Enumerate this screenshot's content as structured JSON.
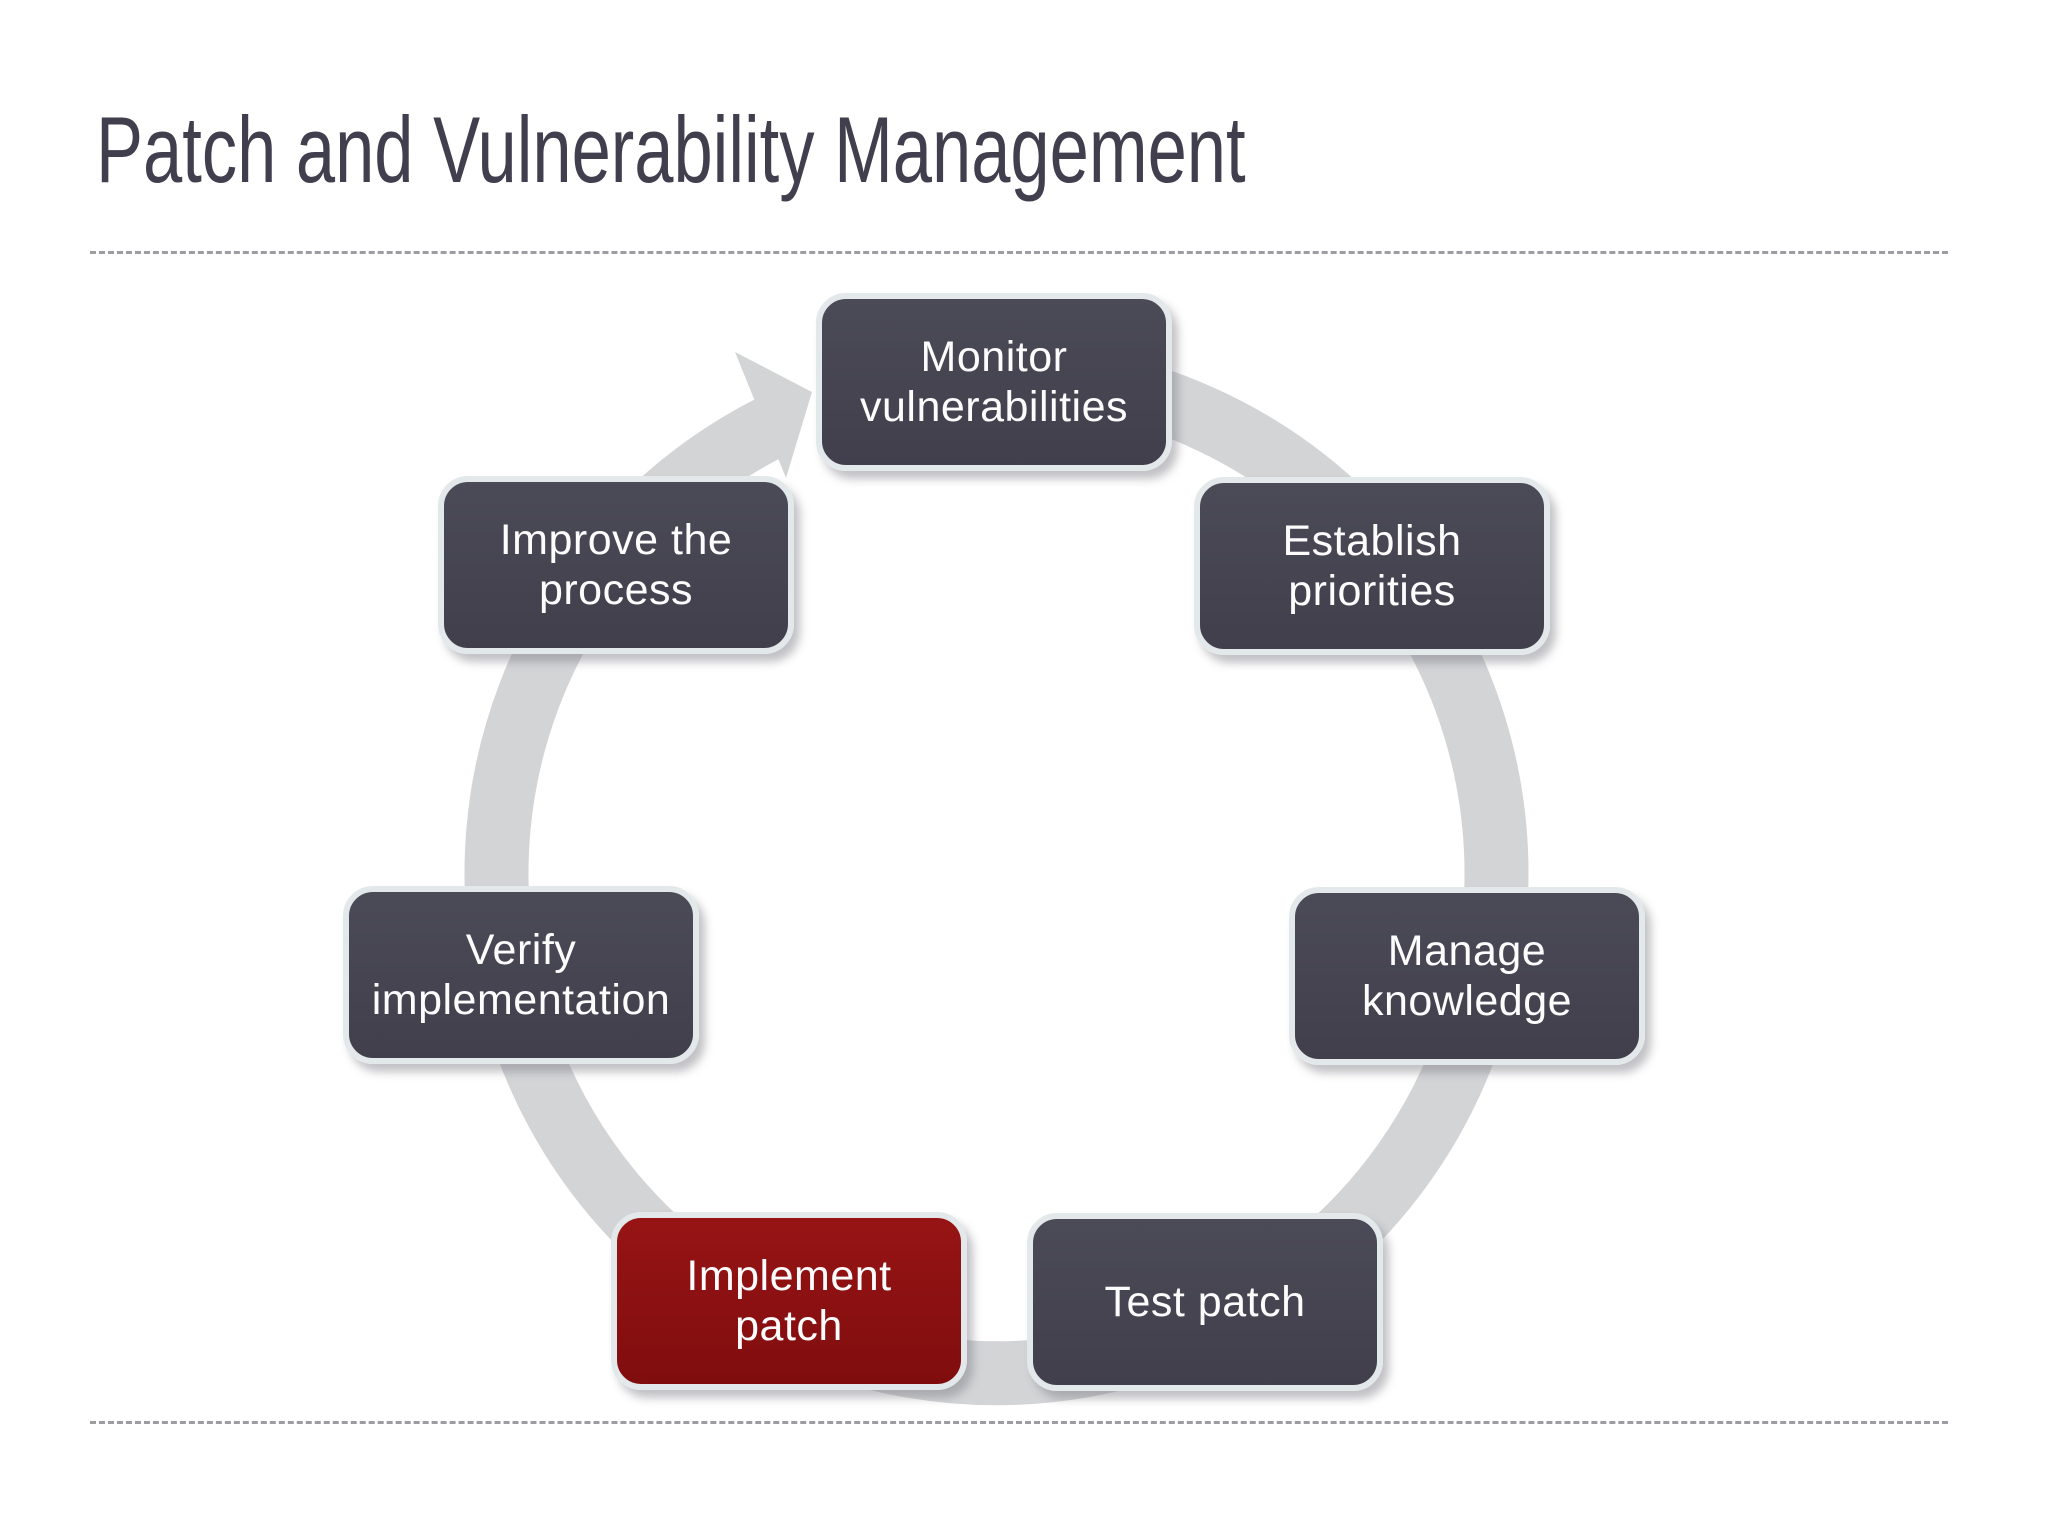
{
  "slide": {
    "title": "Patch and Vulnerability Management"
  },
  "colors": {
    "title_text": "#413F4E",
    "node_fill": "#45444F",
    "highlight_fill": "#8E1112",
    "node_border": "#E3E8EA",
    "node_text": "#FCFCFD",
    "ring": "#D3D4D6",
    "divider": "#9C9DA0"
  },
  "diagram": {
    "type": "cycle",
    "direction": "clockwise",
    "steps": [
      {
        "label": "Monitor vulnerabilities",
        "lines": [
          "Monitor",
          "vulnerabilities"
        ],
        "highlighted": false
      },
      {
        "label": "Establish priorities",
        "lines": [
          "Establish",
          "priorities"
        ],
        "highlighted": false
      },
      {
        "label": "Manage knowledge",
        "lines": [
          "Manage",
          "knowledge"
        ],
        "highlighted": false
      },
      {
        "label": "Test patch",
        "lines": [
          "Test patch"
        ],
        "highlighted": false
      },
      {
        "label": "Implement patch",
        "lines": [
          "Implement",
          "patch"
        ],
        "highlighted": true
      },
      {
        "label": "Verify implementation",
        "lines": [
          "Verify",
          "implementation"
        ],
        "highlighted": false
      },
      {
        "label": "Improve the process",
        "lines": [
          "Improve the",
          "process"
        ],
        "highlighted": false
      }
    ]
  }
}
